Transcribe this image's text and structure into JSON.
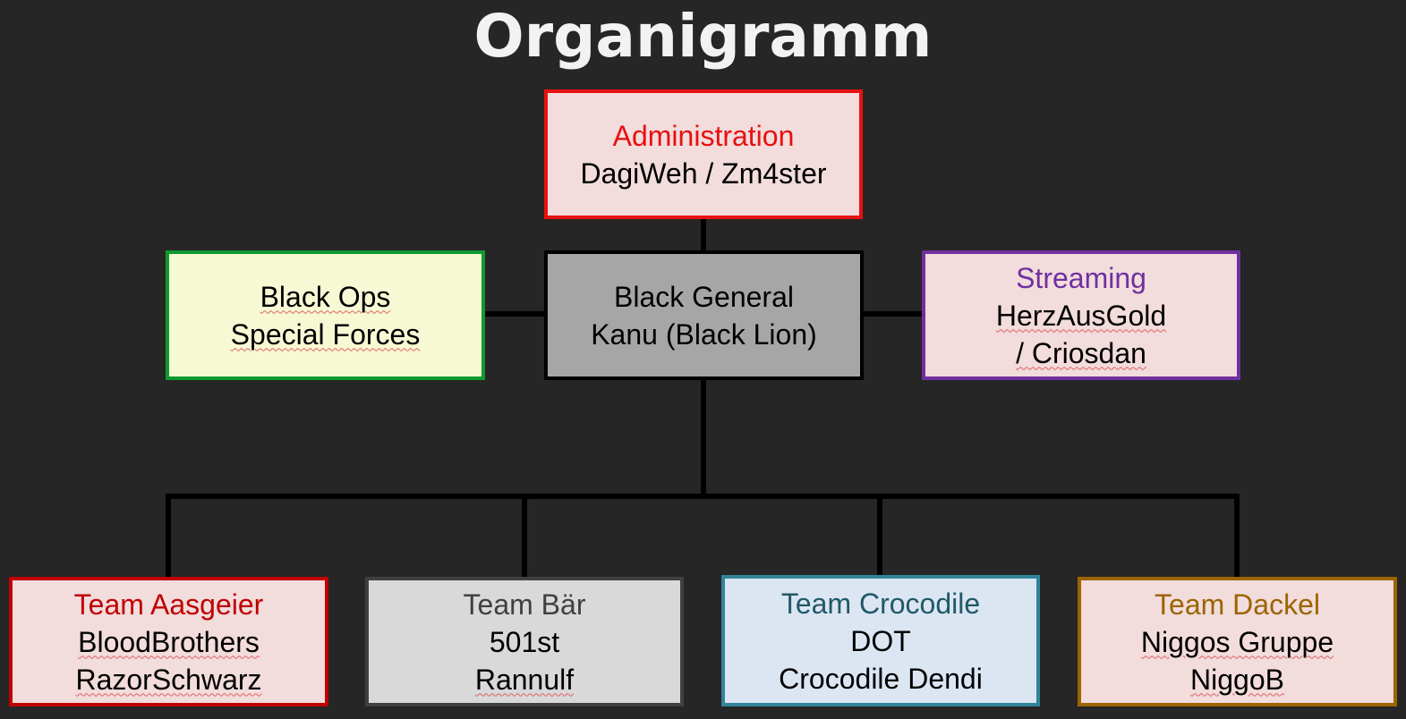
{
  "title": "Organigramm",
  "nodes": {
    "administration": {
      "heading": "Administration",
      "line1": "DagiWeh / Zm4ster",
      "heading_color": "#e81010",
      "border_color": "#e81010",
      "fill_color": "#f2dcdc"
    },
    "black_ops": {
      "line1": "Black Ops",
      "line2": "Special Forces",
      "border_color": "#0f9a30",
      "fill_color": "#f7f9d4"
    },
    "black_general": {
      "line1": "Black General",
      "line2": "Kanu (Black Lion)",
      "border_color": "#000000",
      "fill_color": "#a6a6a6"
    },
    "streaming": {
      "heading": "Streaming",
      "line1": "HerzAusGold",
      "line2": "/ Criosdan",
      "heading_color": "#7030a0",
      "border_color": "#7030a0",
      "fill_color": "#f2dcdc"
    },
    "team_aasgeier": {
      "heading": "Team Aasgeier",
      "line1": "BloodBrothers",
      "line2": "RazorSchwarz",
      "heading_color": "#c00000",
      "border_color": "#c00000",
      "fill_color": "#f2dcdc"
    },
    "team_baer": {
      "heading": "Team Bär",
      "line1": "501st",
      "line2": "Rannulf",
      "heading_color": "#404040",
      "border_color": "#404040",
      "fill_color": "#d9d9d9"
    },
    "team_crocodile": {
      "heading": "Team Crocodile",
      "line1": "DOT",
      "line2": "Crocodile Dendi",
      "heading_color": "#215968",
      "border_color": "#31849b",
      "fill_color": "#dce6f2"
    },
    "team_dackel": {
      "heading": "Team Dackel",
      "line1": "Niggos Gruppe",
      "line2": "NiggoB",
      "heading_color": "#9c6500",
      "border_color": "#9c6500",
      "fill_color": "#f2dcdc"
    }
  }
}
